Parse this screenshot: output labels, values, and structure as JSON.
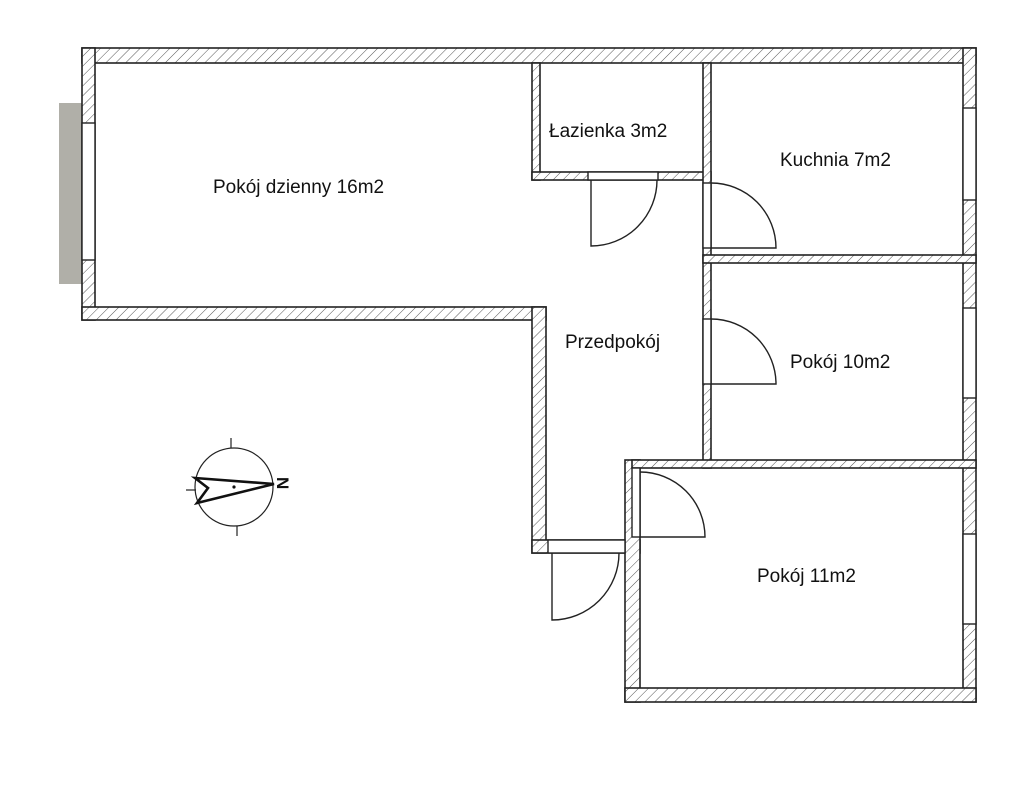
{
  "rooms": {
    "living": "Pokój dzienny 16m2",
    "bathroom": "Łazienka 3m2",
    "kitchen": "Kuchnia 7m2",
    "hallway": "Przedpokój",
    "room10": "Pokój 10m2",
    "room11": "Pokój 11m2"
  },
  "compass": {
    "north_label": "N"
  },
  "colors": {
    "wall_line": "#222222",
    "balcony": "#b0afa8"
  }
}
